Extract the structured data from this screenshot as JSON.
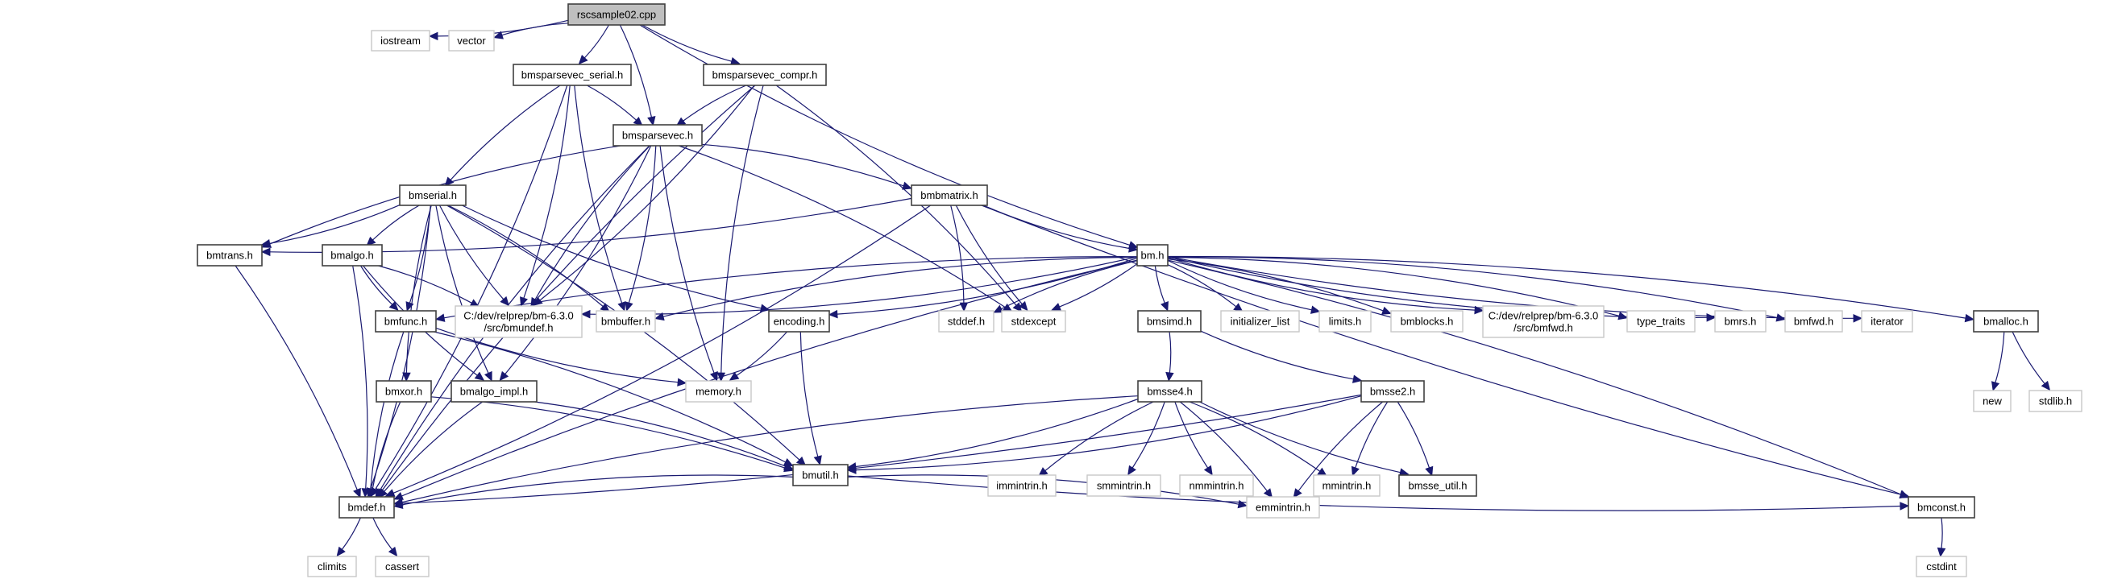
{
  "graph": {
    "title": "rscsample02.cpp",
    "edge_color": "#191970",
    "doc_border_color": "#404040",
    "nodoc_border_color": "#c8c8c8",
    "root_fill_color": "#bfbfbf",
    "nodes": [
      {
        "id": "rscsample02",
        "label": [
          "rscsample02.cpp"
        ],
        "kind": "root"
      },
      {
        "id": "iostream",
        "label": [
          "iostream"
        ],
        "kind": "nodoc"
      },
      {
        "id": "vector",
        "label": [
          "vector"
        ],
        "kind": "nodoc"
      },
      {
        "id": "bmsparsevec_serial",
        "label": [
          "bmsparsevec_serial.h"
        ],
        "kind": "doc"
      },
      {
        "id": "bmsparsevec_compr",
        "label": [
          "bmsparsevec_compr.h"
        ],
        "kind": "doc"
      },
      {
        "id": "bmsparsevec",
        "label": [
          "bmsparsevec.h"
        ],
        "kind": "doc"
      },
      {
        "id": "bmserial",
        "label": [
          "bmserial.h"
        ],
        "kind": "doc"
      },
      {
        "id": "bmbmatrix",
        "label": [
          "bmbmatrix.h"
        ],
        "kind": "doc"
      },
      {
        "id": "bmtrans",
        "label": [
          "bmtrans.h"
        ],
        "kind": "doc"
      },
      {
        "id": "bmalgo",
        "label": [
          "bmalgo.h"
        ],
        "kind": "doc"
      },
      {
        "id": "bm",
        "label": [
          "bm.h"
        ],
        "kind": "doc"
      },
      {
        "id": "bmfunc",
        "label": [
          "bmfunc.h"
        ],
        "kind": "doc"
      },
      {
        "id": "bmundef",
        "label": [
          "C:/dev/relprep/bm-6.3.0",
          "/src/bmundef.h"
        ],
        "kind": "nodoc"
      },
      {
        "id": "bmbuffer",
        "label": [
          "bmbuffer.h"
        ],
        "kind": "nodoc"
      },
      {
        "id": "encoding",
        "label": [
          "encoding.h"
        ],
        "kind": "doc"
      },
      {
        "id": "stddef",
        "label": [
          "stddef.h"
        ],
        "kind": "nodoc"
      },
      {
        "id": "stdexcept",
        "label": [
          "stdexcept"
        ],
        "kind": "nodoc"
      },
      {
        "id": "bmsimd",
        "label": [
          "bmsimd.h"
        ],
        "kind": "doc"
      },
      {
        "id": "initializer_list",
        "label": [
          "initializer_list"
        ],
        "kind": "nodoc"
      },
      {
        "id": "limits",
        "label": [
          "limits.h"
        ],
        "kind": "nodoc"
      },
      {
        "id": "bmblocks",
        "label": [
          "bmblocks.h"
        ],
        "kind": "nodoc"
      },
      {
        "id": "bmfwd_full",
        "label": [
          "C:/dev/relprep/bm-6.3.0",
          "/src/bmfwd.h"
        ],
        "kind": "nodoc"
      },
      {
        "id": "type_traits",
        "label": [
          "type_traits"
        ],
        "kind": "nodoc"
      },
      {
        "id": "bmrs",
        "label": [
          "bmrs.h"
        ],
        "kind": "nodoc"
      },
      {
        "id": "bmfwd",
        "label": [
          "bmfwd.h"
        ],
        "kind": "nodoc"
      },
      {
        "id": "iterator",
        "label": [
          "iterator"
        ],
        "kind": "nodoc"
      },
      {
        "id": "bmalloc",
        "label": [
          "bmalloc.h"
        ],
        "kind": "doc"
      },
      {
        "id": "bmxor",
        "label": [
          "bmxor.h"
        ],
        "kind": "doc"
      },
      {
        "id": "bmalgo_impl",
        "label": [
          "bmalgo_impl.h"
        ],
        "kind": "doc"
      },
      {
        "id": "memory",
        "label": [
          "memory.h"
        ],
        "kind": "nodoc"
      },
      {
        "id": "bmsse4",
        "label": [
          "bmsse4.h"
        ],
        "kind": "doc"
      },
      {
        "id": "bmsse2",
        "label": [
          "bmsse2.h"
        ],
        "kind": "doc"
      },
      {
        "id": "new",
        "label": [
          "new"
        ],
        "kind": "nodoc"
      },
      {
        "id": "stdlib",
        "label": [
          "stdlib.h"
        ],
        "kind": "nodoc"
      },
      {
        "id": "bmutil",
        "label": [
          "bmutil.h"
        ],
        "kind": "doc"
      },
      {
        "id": "immintrin",
        "label": [
          "immintrin.h"
        ],
        "kind": "nodoc"
      },
      {
        "id": "smmintrin",
        "label": [
          "smmintrin.h"
        ],
        "kind": "nodoc"
      },
      {
        "id": "nmmintrin",
        "label": [
          "nmmintrin.h"
        ],
        "kind": "nodoc"
      },
      {
        "id": "mmintrin",
        "label": [
          "mmintrin.h"
        ],
        "kind": "nodoc"
      },
      {
        "id": "bmsse_util",
        "label": [
          "bmsse_util.h"
        ],
        "kind": "doc"
      },
      {
        "id": "bmdef",
        "label": [
          "bmdef.h"
        ],
        "kind": "doc"
      },
      {
        "id": "emmintrin",
        "label": [
          "emmintrin.h"
        ],
        "kind": "nodoc"
      },
      {
        "id": "bmconst",
        "label": [
          "bmconst.h"
        ],
        "kind": "doc"
      },
      {
        "id": "climits",
        "label": [
          "climits"
        ],
        "kind": "nodoc"
      },
      {
        "id": "cassert",
        "label": [
          "cassert"
        ],
        "kind": "nodoc"
      },
      {
        "id": "cstdint",
        "label": [
          "cstdint"
        ],
        "kind": "nodoc"
      }
    ],
    "edges": [
      [
        "rscsample02",
        "iostream"
      ],
      [
        "rscsample02",
        "vector"
      ],
      [
        "rscsample02",
        "bmsparsevec_serial"
      ],
      [
        "rscsample02",
        "bmsparsevec_compr"
      ],
      [
        "rscsample02",
        "bmsparsevec"
      ],
      [
        "rscsample02",
        "bm"
      ],
      [
        "bmsparsevec_serial",
        "bmsparsevec"
      ],
      [
        "bmsparsevec_serial",
        "bmserial"
      ],
      [
        "bmsparsevec_serial",
        "bmundef"
      ],
      [
        "bmsparsevec_serial",
        "bmbuffer"
      ],
      [
        "bmsparsevec_serial",
        "bmdef"
      ],
      [
        "bmsparsevec_compr",
        "bmsparsevec"
      ],
      [
        "bmsparsevec_compr",
        "bmundef"
      ],
      [
        "bmsparsevec_compr",
        "memory"
      ],
      [
        "bmsparsevec_compr",
        "stdexcept"
      ],
      [
        "bmsparsevec_compr",
        "bmdef"
      ],
      [
        "bmsparsevec",
        "bmbmatrix"
      ],
      [
        "bmsparsevec",
        "bmtrans"
      ],
      [
        "bmsparsevec",
        "bmalgo_impl"
      ],
      [
        "bmsparsevec",
        "bmundef"
      ],
      [
        "bmsparsevec",
        "bmbuffer"
      ],
      [
        "bmsparsevec",
        "memory"
      ],
      [
        "bmsparsevec",
        "stdexcept"
      ],
      [
        "bmsparsevec",
        "bmdef"
      ],
      [
        "bmserial",
        "bmtrans"
      ],
      [
        "bmserial",
        "bmalgo"
      ],
      [
        "bmserial",
        "bmfunc"
      ],
      [
        "bmserial",
        "bmundef"
      ],
      [
        "bmserial",
        "bmbuffer"
      ],
      [
        "bmserial",
        "encoding"
      ],
      [
        "bmserial",
        "bmutil"
      ],
      [
        "bmserial",
        "bmxor"
      ],
      [
        "bmserial",
        "bmdef"
      ],
      [
        "bmserial",
        "bmalgo_impl"
      ],
      [
        "bmbmatrix",
        "bmtrans"
      ],
      [
        "bmbmatrix",
        "bm"
      ],
      [
        "bmbmatrix",
        "stddef"
      ],
      [
        "bmbmatrix",
        "stdexcept"
      ],
      [
        "bmbmatrix",
        "bmdef"
      ],
      [
        "bmbmatrix",
        "bmconst"
      ],
      [
        "bmtrans",
        "bmdef"
      ],
      [
        "bmalgo",
        "bmfunc"
      ],
      [
        "bmalgo",
        "bmundef"
      ],
      [
        "bmalgo",
        "bmalgo_impl"
      ],
      [
        "bmalgo",
        "bmdef"
      ],
      [
        "bm",
        "bmfunc"
      ],
      [
        "bm",
        "bmundef"
      ],
      [
        "bm",
        "bmbuffer"
      ],
      [
        "bm",
        "encoding"
      ],
      [
        "bm",
        "stddef"
      ],
      [
        "bm",
        "stdexcept"
      ],
      [
        "bm",
        "bmsimd"
      ],
      [
        "bm",
        "initializer_list"
      ],
      [
        "bm",
        "limits"
      ],
      [
        "bm",
        "bmblocks"
      ],
      [
        "bm",
        "bmfwd_full"
      ],
      [
        "bm",
        "type_traits"
      ],
      [
        "bm",
        "bmrs"
      ],
      [
        "bm",
        "bmfwd"
      ],
      [
        "bm",
        "iterator"
      ],
      [
        "bm",
        "bmalloc"
      ],
      [
        "bm",
        "bmdef"
      ],
      [
        "bm",
        "bmconst"
      ],
      [
        "bmfunc",
        "memory"
      ],
      [
        "bmfunc",
        "bmutil"
      ],
      [
        "bmfunc",
        "bmdef"
      ],
      [
        "encoding",
        "memory"
      ],
      [
        "encoding",
        "bmutil"
      ],
      [
        "bmsimd",
        "bmsse4"
      ],
      [
        "bmsimd",
        "bmsse2"
      ],
      [
        "bmalloc",
        "new"
      ],
      [
        "bmalloc",
        "stdlib"
      ],
      [
        "bmxor",
        "bmutil"
      ],
      [
        "bmxor",
        "bmdef"
      ],
      [
        "bmalgo_impl",
        "bmutil"
      ],
      [
        "bmalgo_impl",
        "bmdef"
      ],
      [
        "bmsse4",
        "bmutil"
      ],
      [
        "bmsse4",
        "immintrin"
      ],
      [
        "bmsse4",
        "smmintrin"
      ],
      [
        "bmsse4",
        "nmmintrin"
      ],
      [
        "bmsse4",
        "mmintrin"
      ],
      [
        "bmsse4",
        "bmsse_util"
      ],
      [
        "bmsse4",
        "emmintrin"
      ],
      [
        "bmsse4",
        "bmdef"
      ],
      [
        "bmsse2",
        "bmutil"
      ],
      [
        "bmsse2",
        "mmintrin"
      ],
      [
        "bmsse2",
        "bmsse_util"
      ],
      [
        "bmsse2",
        "emmintrin"
      ],
      [
        "bmsse2",
        "bmdef"
      ],
      [
        "bmutil",
        "bmdef"
      ],
      [
        "bmutil",
        "emmintrin"
      ],
      [
        "bmutil",
        "bmconst"
      ],
      [
        "bmdef",
        "climits"
      ],
      [
        "bmdef",
        "cassert"
      ],
      [
        "bmconst",
        "cstdint"
      ]
    ]
  }
}
